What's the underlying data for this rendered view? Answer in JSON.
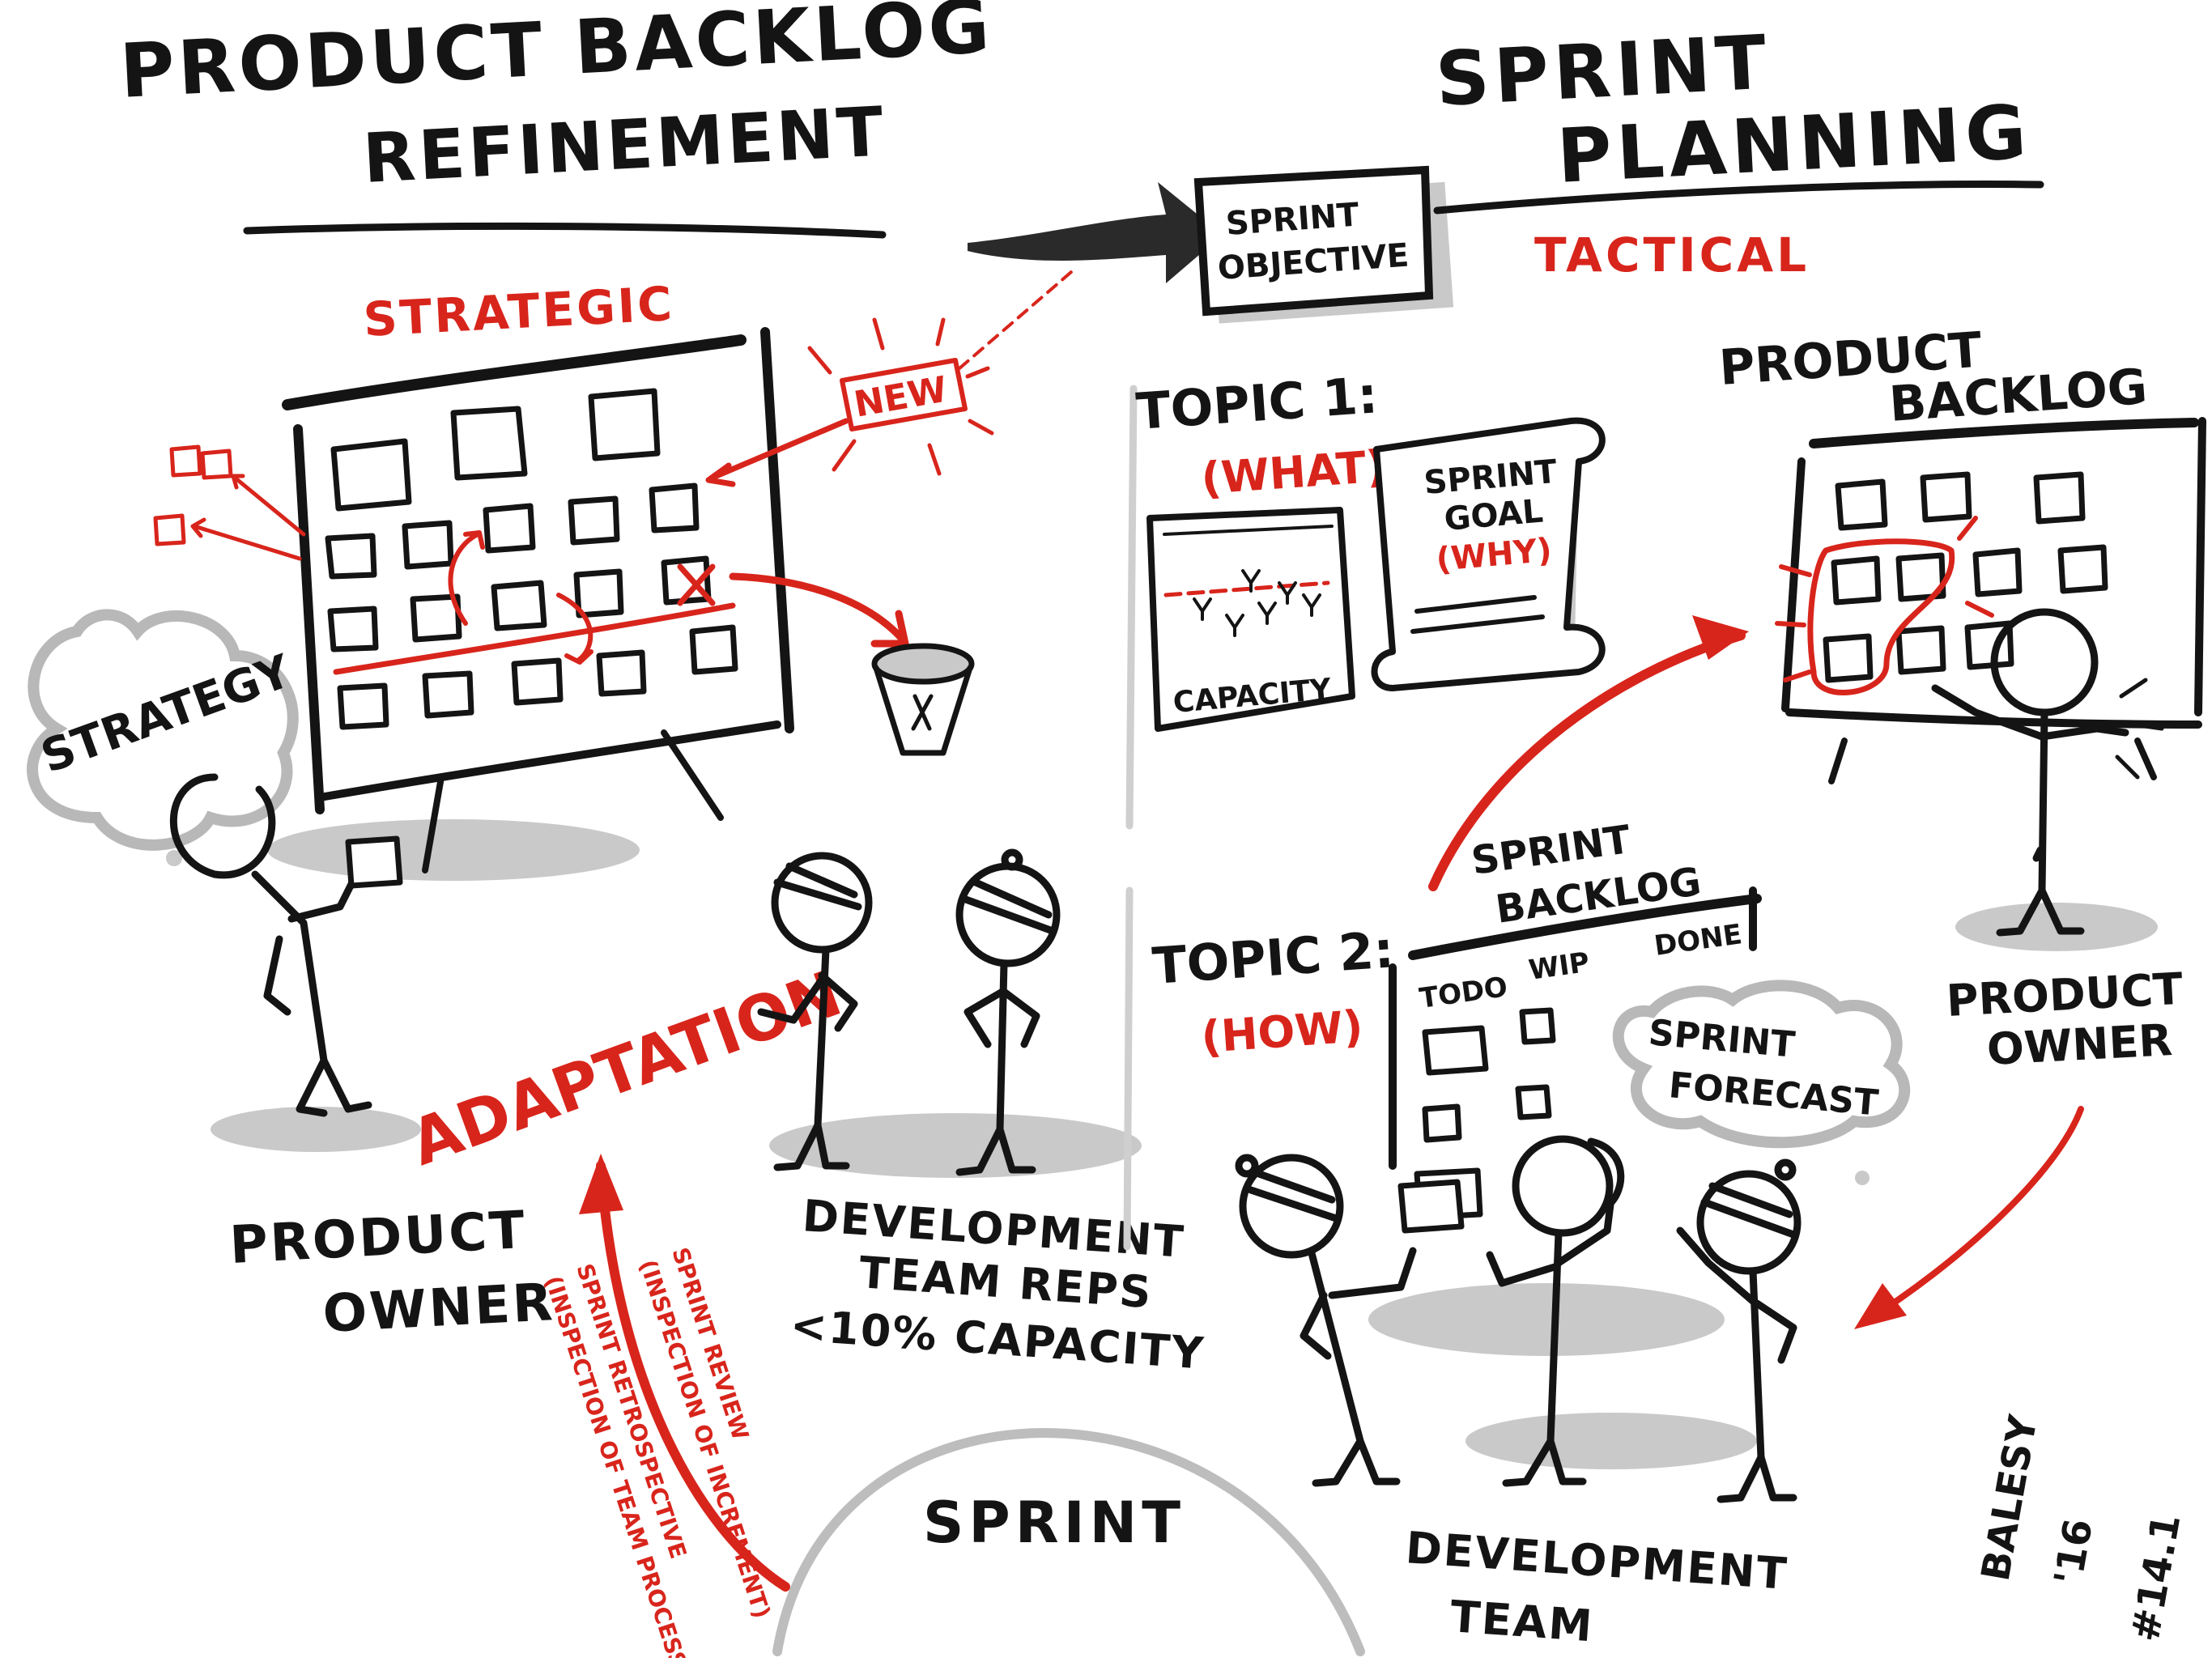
{
  "colors": {
    "ink": "#141414",
    "accent": "#d8251c",
    "shadow": "#c9c9c9"
  },
  "left_section": {
    "title_line1": "PRODUCT BACKLOG",
    "title_line2": "REFINEMENT",
    "subtitle": "STRATEGIC",
    "new_tag": "NEW",
    "cloud_label": "STRATEGY",
    "adaptation_label": "ADAPTATION",
    "product_owner_line1": "PRODUCT",
    "product_owner_line2": "OWNER",
    "dev_reps_line1": "DEVELOPMENT",
    "dev_reps_line2": "TEAM REPS",
    "dev_reps_line3": "<10% CAPACITY"
  },
  "inspection": {
    "review_line1": "SPRINT REVIEW",
    "review_line2": "(INSPECTION OF INCREMENT)",
    "retro_line1": "SPRINT RETROSPECTIVE",
    "retro_line2": "(INSPECTION OF TEAM PROCESS)"
  },
  "sprint_arc_label": "SPRINT",
  "sprint_objective": {
    "line1": "SPRINT",
    "line2": "OBJECTIVE"
  },
  "right_section": {
    "title_line1": "SPRINT",
    "title_line2": "PLANNING",
    "subtitle": "TACTICAL",
    "topic1_label": "TOPIC 1:",
    "topic1_sub": "(WHAT)",
    "capacity_label": "CAPACITY",
    "goal_line1": "SPRINT",
    "goal_line2": "GOAL",
    "goal_line3": "(WHY)",
    "product_backlog_line1": "PRODUCT",
    "product_backlog_line2": "BACKLOG",
    "topic2_label": "TOPIC 2:",
    "topic2_sub": "(HOW)",
    "sprint_backlog_line1": "SPRINT",
    "sprint_backlog_line2": "BACKLOG",
    "col_todo": "TODO",
    "col_wip": "WIP",
    "col_done": "DONE",
    "forecast_line1": "SPRINT",
    "forecast_line2": "FORECAST",
    "product_owner_line1": "PRODUCT",
    "product_owner_line2": "OWNER",
    "dev_team_line1": "DEVELOPMENT",
    "dev_team_line2": "TEAM"
  },
  "signature": {
    "line1": "BALESY",
    "line2": "'16",
    "line3": "#14.1"
  }
}
